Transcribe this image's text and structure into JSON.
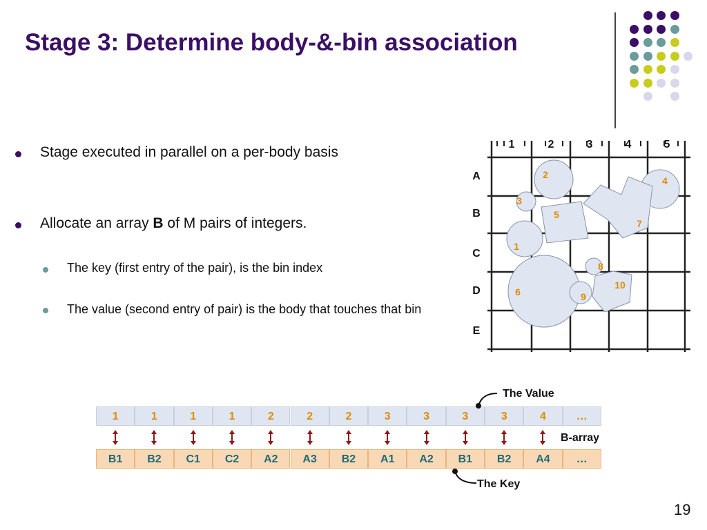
{
  "title": "Stage 3: Determine body-&-bin association",
  "bullets": [
    {
      "text": "Stage executed in parallel on a per-body basis"
    },
    {
      "pre": "Allocate an array ",
      "bold": "B",
      "post": " of M pairs of integers."
    }
  ],
  "sub_bullets": [
    "The key (first entry of the pair), is the bin index",
    "The value (second entry of pair) is the body that touches that bin"
  ],
  "grid": {
    "col_labels": [
      "1",
      "2",
      "3",
      "4",
      "5"
    ],
    "row_labels": [
      "A",
      "B",
      "C",
      "D",
      "E"
    ],
    "body_labels": [
      "2",
      "4",
      "3",
      "5",
      "7",
      "1",
      "8",
      "10",
      "6",
      "9"
    ]
  },
  "array": {
    "values": [
      "1",
      "1",
      "1",
      "1",
      "2",
      "2",
      "2",
      "3",
      "3",
      "3",
      "3",
      "4",
      "…"
    ],
    "keys": [
      "B1",
      "B2",
      "C1",
      "C2",
      "A2",
      "A3",
      "B2",
      "A1",
      "A2",
      "B1",
      "B2",
      "A4",
      "…"
    ],
    "value_label": "The Value",
    "key_label": "The Key",
    "array_label": "B-array"
  },
  "page_number": "19",
  "colors": {
    "title": "#3b0f66",
    "value_text": "#e08a00",
    "key_text": "#1f6a78",
    "arrow": "#8b1a1a",
    "decor_purple": "#3b0f66",
    "decor_teal": "#6b9b9b",
    "decor_yellow": "#c8cc1e",
    "decor_lilac": "#d7d8ea"
  }
}
